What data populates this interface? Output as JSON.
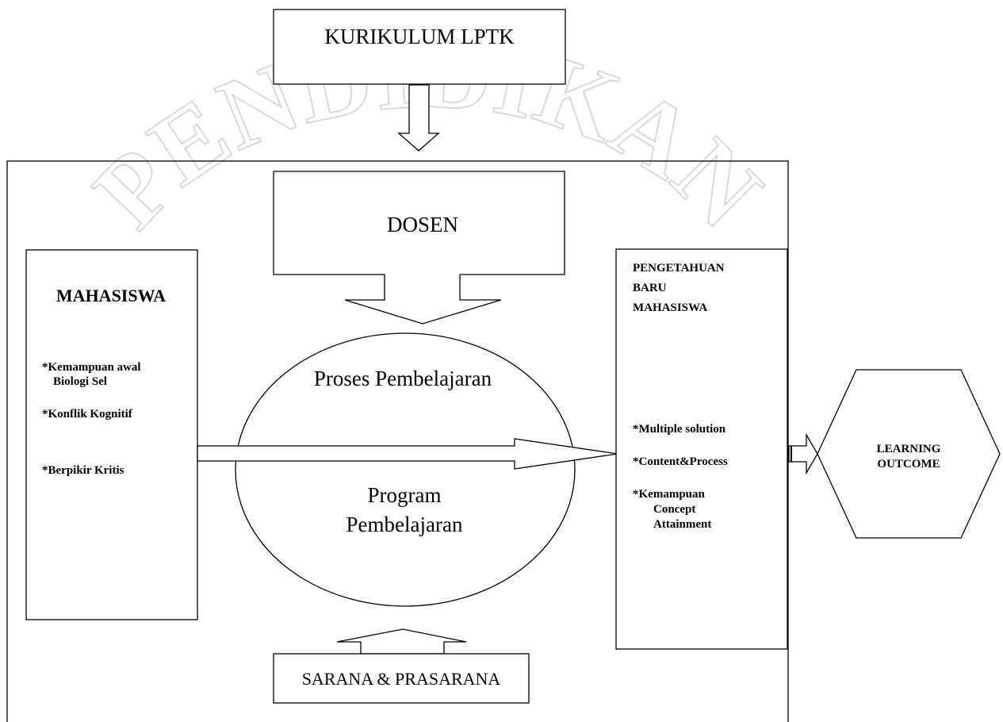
{
  "colors": {
    "line": "#000000",
    "fill": "#ffffff",
    "watermark": "#d9d9d9"
  },
  "kurikulum": {
    "label": "KURIKULUM LPTK"
  },
  "watermark": {
    "text": "PENDIDIKAN"
  },
  "dosen": {
    "label": "DOSEN"
  },
  "mahasiswa": {
    "title": "MAHASISWA",
    "items": [
      {
        "line1": "*Kemampuan awal",
        "line2": "Biologi Sel"
      },
      {
        "line1": "*Konflik Kognitif"
      },
      {
        "line1": "*Berpikir Kritis"
      }
    ]
  },
  "proses": {
    "top": "Proses Pembelajaran",
    "bottom_line1": "Program",
    "bottom_line2": "Pembelajaran"
  },
  "pengetahuan": {
    "title_lines": [
      "PENGETAHUAN",
      "BARU",
      "MAHASISWA"
    ],
    "items": [
      {
        "line1": "*Multiple  solution"
      },
      {
        "line1": "*Content&Process"
      },
      {
        "line1": "*Kemampuan",
        "line2": "Concept",
        "line3": "Attainment"
      }
    ]
  },
  "outcome": {
    "line1": "LEARNING",
    "line2": "OUTCOME"
  },
  "sarana": {
    "label": "SARANA & PRASARANA"
  }
}
